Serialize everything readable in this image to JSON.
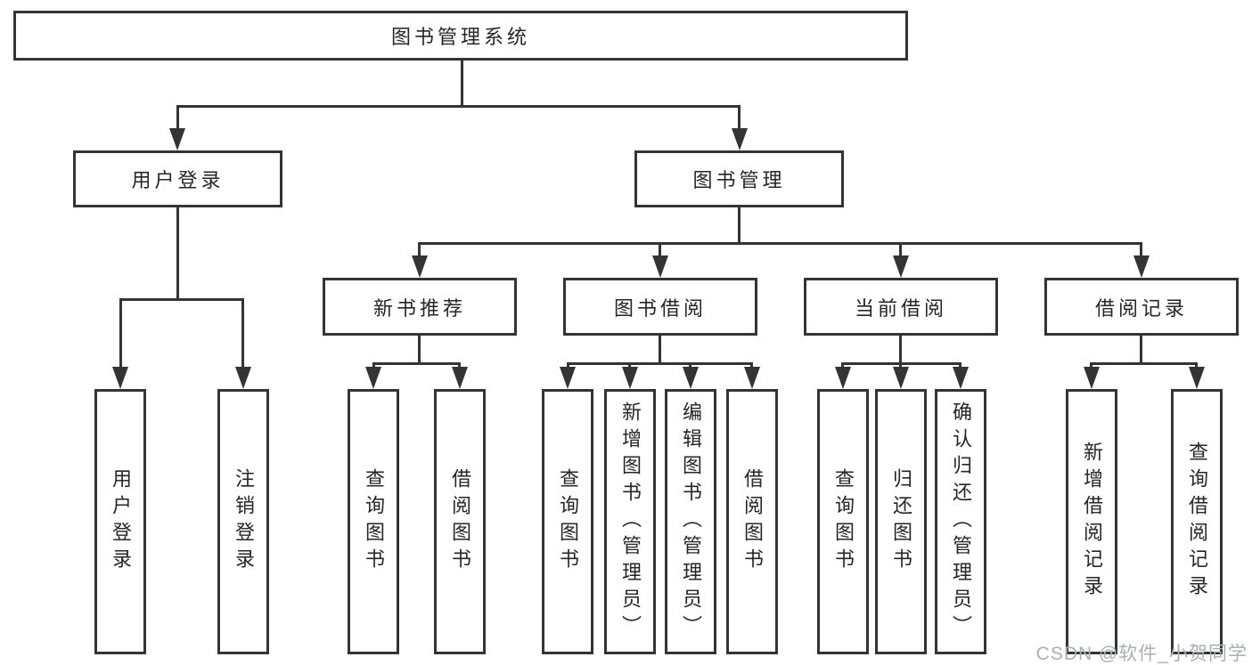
{
  "diagram": {
    "root": {
      "label": "图书管理系统"
    },
    "level2": [
      {
        "label": "用户登录"
      },
      {
        "label": "图书管理"
      }
    ],
    "level3": [
      {
        "label": "新书推荐"
      },
      {
        "label": "图书借阅"
      },
      {
        "label": "当前借阅"
      },
      {
        "label": "借阅记录"
      }
    ],
    "leaves": {
      "userLogin": [
        "用户登录",
        "注销登录"
      ],
      "newBookRecommend": [
        "查询图书",
        "借阅图书"
      ],
      "bookBorrow": [
        "查询图书",
        "新增图书（管理员）",
        "编辑图书（管理员）",
        "借阅图书"
      ],
      "currentBorrow": [
        "查询图书",
        "归还图书",
        "确认归还（管理员）"
      ],
      "borrowRecords": [
        "新增借阅记录",
        "查询借阅记录"
      ]
    },
    "watermark": "CSDN @软件_小贺同学"
  },
  "colors": {
    "line": "#343434",
    "text": "#262626",
    "watermark": "#abaeb6",
    "background": "#ffffff"
  }
}
